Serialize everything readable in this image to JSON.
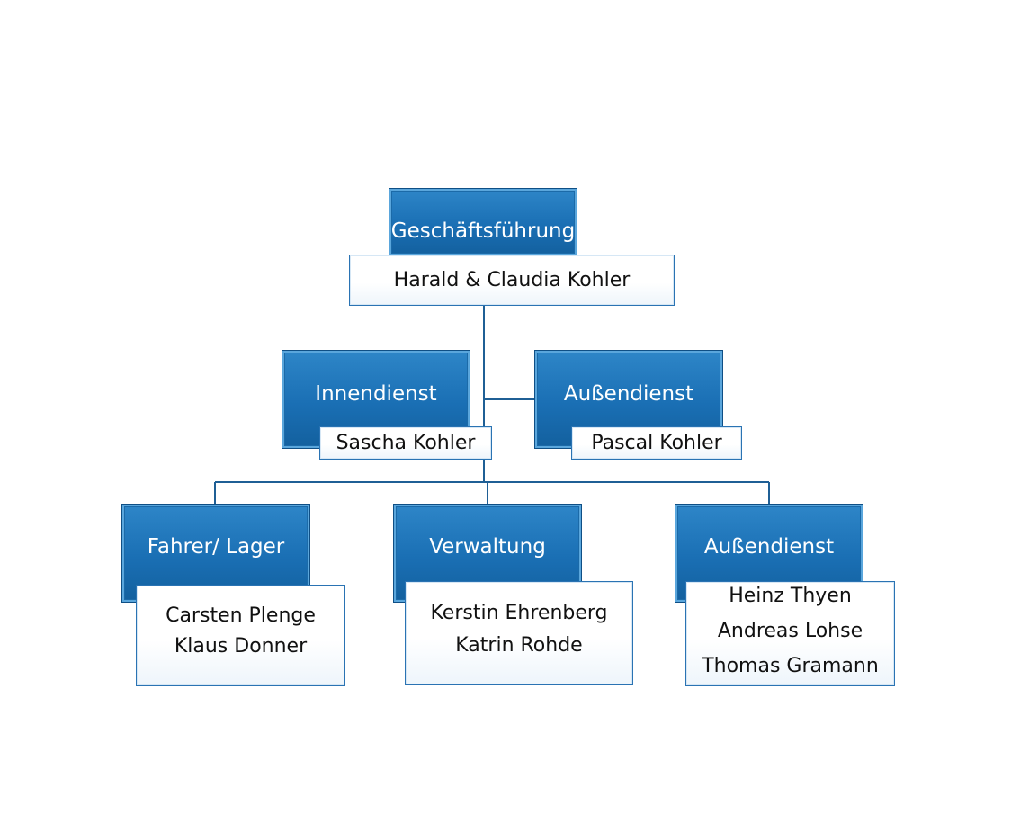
{
  "colors": {
    "box_fill": "#1a6fb4",
    "box_border": "#0f4f85",
    "connector": "#1f5f95",
    "sub_border": "#2a73b3"
  },
  "root": {
    "title": "Geschäftsführung",
    "members": [
      "Harald & Claudia Kohler"
    ]
  },
  "level2": [
    {
      "title": "Innendienst",
      "members": [
        "Sascha Kohler"
      ]
    },
    {
      "title": "Außendienst",
      "members": [
        "Pascal Kohler"
      ]
    }
  ],
  "level3": [
    {
      "title": "Fahrer/ Lager",
      "members": [
        "Carsten Plenge",
        "Klaus Donner"
      ]
    },
    {
      "title": "Verwaltung",
      "members": [
        "Kerstin Ehrenberg",
        "Katrin Rohde"
      ]
    },
    {
      "title": "Außendienst",
      "members": [
        "Heinz Thyen",
        "Andreas Lohse",
        "Thomas Gramann"
      ]
    }
  ]
}
